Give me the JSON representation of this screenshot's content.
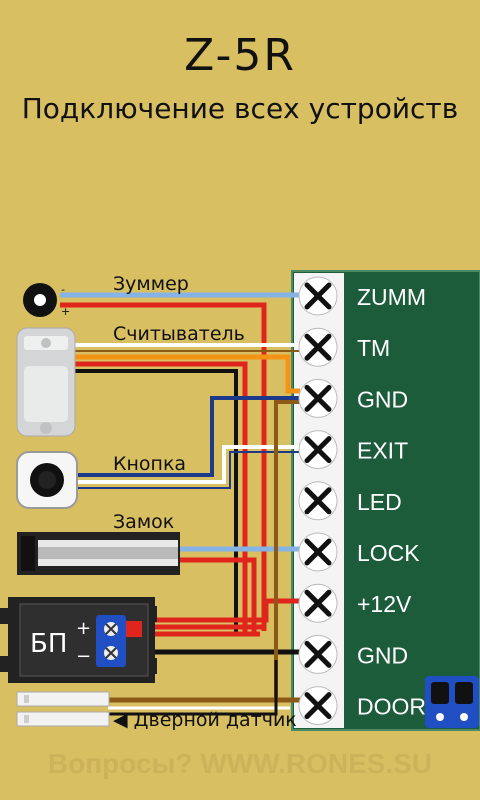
{
  "header": {
    "title": "Z-5R",
    "subtitle": "Подключение всех устройств"
  },
  "footer": {
    "text": "Вопросы? WWW.RONES.SU"
  },
  "terminals": [
    "ZUMM",
    "TM",
    "GND",
    "EXIT",
    "LED",
    "LOCK",
    "+12V",
    "GND",
    "DOOR"
  ],
  "devices": {
    "buzzer": "Зуммер",
    "reader": "Считыватель",
    "button": "Кнопка",
    "lock": "Замок",
    "power": "БП",
    "door_sensor": "◀ Дверной датчик"
  },
  "polarity": {
    "buzzer_minus": "-",
    "buzzer_plus": "+",
    "psu_plus": "+",
    "psu_minus": "−"
  },
  "colors": {
    "background": "#d8bf62",
    "board": "#1d5c3b",
    "red": "#e0261c",
    "black": "#111111",
    "blue": "#1d3a8a",
    "light_blue": "#86b3e6",
    "orange": "#f39416",
    "brown": "#8a5a16",
    "jumper": "#1f4fc2"
  }
}
